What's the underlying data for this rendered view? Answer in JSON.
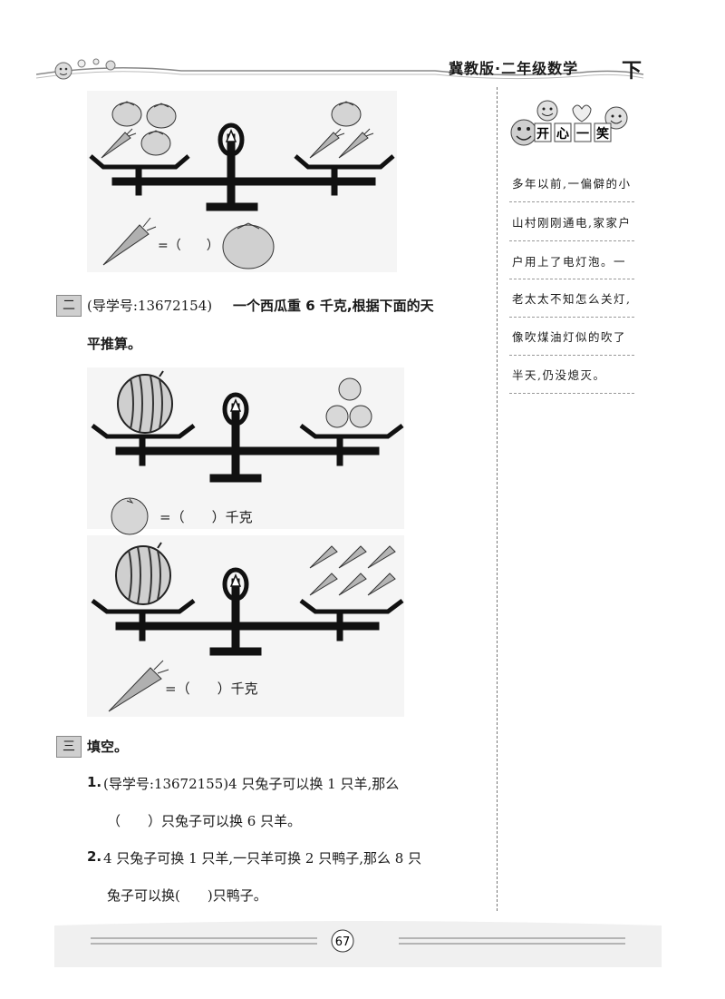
{
  "header": {
    "title": "冀教版·二年级数学",
    "volume": "下"
  },
  "sidebar": {
    "title_chars": [
      "开",
      "心",
      "一",
      "笑"
    ],
    "joke_lines": [
      "多年以前,一偏僻的小",
      "山村刚刚通电,家家户",
      "户用上了电灯泡。一",
      "老太太不知怎么关灯,",
      "像吹煤油灯似的吹了",
      "半天,仍没熄灭。"
    ]
  },
  "problem1_equation": {
    "eq": "=（　　）"
  },
  "section2": {
    "number": "二",
    "guide": "(导学号:13672154)",
    "line1": "一个西瓜重 6 千克,根据下面的天",
    "line2": "平推算。",
    "eq_orange": "=（　　）千克",
    "eq_carrot": "=（　　）千克"
  },
  "section3": {
    "number": "三",
    "title": "填空。",
    "q1_num": "1.",
    "q1_line1": "(导学号:13672155)4 只兔子可以换 1 只羊,那么",
    "q1_line2": "（　　）只兔子可以换 6 只羊。",
    "q2_num": "2.",
    "q2_line1": "4 只兔子可换 1 只羊,一只羊可换 2 只鸭子,那么 8 只",
    "q2_line2": "兔子可以换(　　)只鸭子。"
  },
  "footer": {
    "page_number": "67"
  }
}
